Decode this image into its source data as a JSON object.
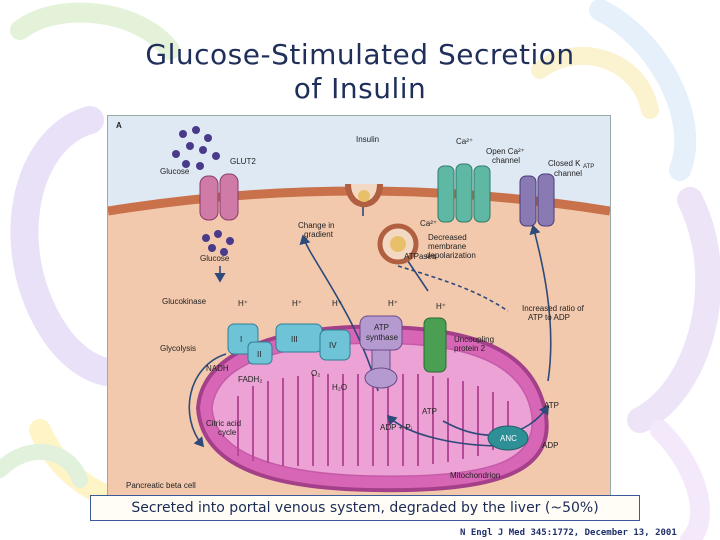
{
  "slide": {
    "title_line1": "Glucose-Stimulated Secretion",
    "title_line2": "of Insulin",
    "caption": "Secreted into portal venous system, degraded by the liver (~50%)",
    "citation": "N Engl J Med 345:1772, December 13, 2001"
  },
  "figure": {
    "panel_letter": "A",
    "labels": {
      "insulin": "Insulin",
      "ca_top": "Ca²⁺",
      "open_ca_channel_1": "Open Ca²⁺",
      "open_ca_channel_2": "channel",
      "closed_katp_1": "Closed K",
      "closed_katp_sub": "ATP",
      "closed_katp_2": "channel",
      "glut2": "GLUT2",
      "glucose_out": "Glucose",
      "glucose_in": "Glucose",
      "change_gradient_1": "Change in",
      "change_gradient_2": "gradient",
      "ca_mid": "Ca²⁺",
      "decreased_1": "Decreased",
      "decreased_2": "membrane",
      "depolarization": "depolarization",
      "atpases": "ATPases",
      "glucokinase": "Glucokinase",
      "h1": "H⁺",
      "h2": "H⁺",
      "h3": "H⁺",
      "h4": "H⁺",
      "h5": "H⁺",
      "increased_ratio_1": "Increased ratio of",
      "increased_ratio_2": "ATP to ADP",
      "complex_1": "I",
      "complex_2": "II",
      "complex_3": "III",
      "complex_4": "IV",
      "atp_synthase_1": "ATP",
      "atp_synthase_2": "synthase",
      "uncoupling_1": "Uncoupling",
      "uncoupling_2": "protein 2",
      "glycolysis": "Glycolysis",
      "nadh": "NADH",
      "fadh2": "FADH₂",
      "o2": "O₂",
      "h2o": "H₂O",
      "atp_mito": "ATP",
      "atp_right": "ATP",
      "adp_pi": "ADP + Pᵢ",
      "anc": "ANC",
      "adp_right": "ADP",
      "citric_1": "Citric acid",
      "citric_2": "cycle",
      "mitochondrion": "Mitochondrion",
      "beta_cell": "Pancreatic beta cell"
    }
  },
  "colors": {
    "title": "#1f2f5a",
    "extracellular": "#dfe9f3",
    "cytoplasm": "#f2c9ad",
    "membrane": "#c8714a",
    "mitochondrion": "#d866b6",
    "channel_green": "#5fb8a4",
    "channel_purple": "#8a7ab4",
    "complex_blue": "#6fc3d6",
    "uncoupling_green": "#4a9f52",
    "anc_teal": "#2f8f96",
    "caption_border": "#3a5a9a"
  }
}
